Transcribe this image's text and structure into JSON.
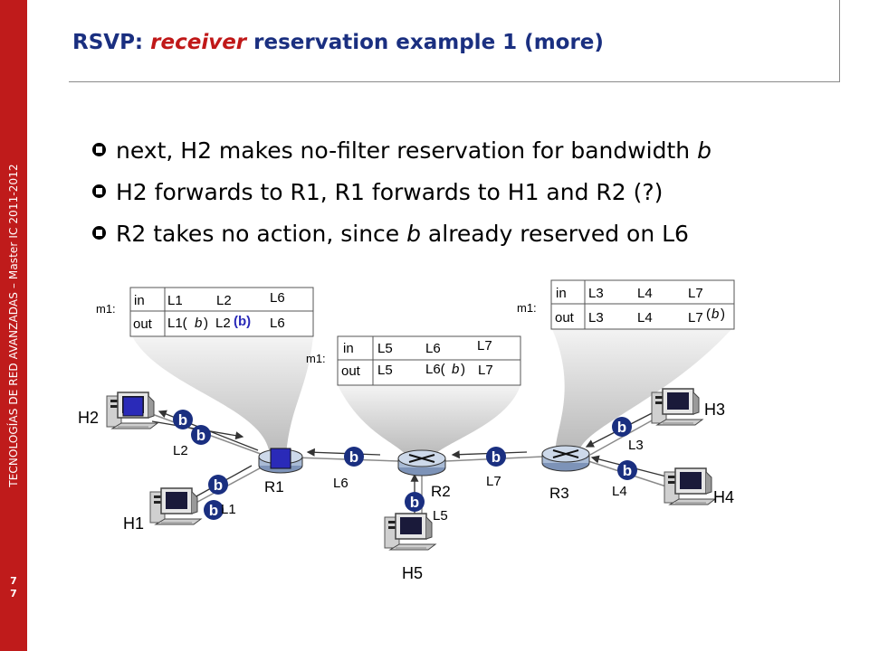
{
  "sidebar": {
    "vertical_text": "TECNOLOGÍAS DE RED AVANZADAS – Master IC 2011-2012",
    "page_number": [
      "7",
      "7"
    ]
  },
  "title": {
    "prefix": "RSVP: ",
    "emphasis": "receiver",
    "suffix": " reservation example  1 (more)"
  },
  "bullets": [
    [
      {
        "t": "next, H2 makes no-filter reservation for bandwidth "
      },
      {
        "t": "b",
        "i": true
      }
    ],
    [
      {
        "t": "H2 forwards to R1, R1 forwards to H1 and R2 (?)"
      }
    ],
    [
      {
        "t": "R2 takes no action, since "
      },
      {
        "t": "b",
        "i": true
      },
      {
        "t": " already reserved on L6"
      }
    ]
  ],
  "diagram": {
    "hosts": [
      "H1",
      "H2",
      "H3",
      "H4",
      "H5"
    ],
    "routers": [
      "R1",
      "R2",
      "R3"
    ],
    "links": [
      "L1",
      "L2",
      "L3",
      "L4",
      "L5",
      "L6",
      "L7"
    ],
    "badge_label": "b",
    "tables": {
      "r1": {
        "label": "m1:",
        "row_in": [
          "in",
          "L1",
          "L2",
          "L6"
        ],
        "row_out": [
          "out",
          "L1(",
          "b",
          ")",
          "L2",
          "(b)",
          "L6"
        ]
      },
      "r2": {
        "label": "m1:",
        "row_in": [
          "in",
          "L5",
          "L6",
          "L7"
        ],
        "row_out": [
          "out",
          "L5",
          "L6(",
          "b",
          ")",
          "L7"
        ]
      },
      "r3": {
        "label": "m1:",
        "row_in": [
          "in",
          "L3",
          "L4",
          "L7"
        ],
        "row_out": [
          "out",
          "L3",
          "L4",
          "L7",
          "(",
          "b",
          ")"
        ]
      }
    }
  },
  "colors": {
    "sidebar": "#bf1b1b",
    "title": "#1a2f80",
    "title_emphasis": "#c01818",
    "badge": "#1a2f80",
    "highlight": "#2a2ab8",
    "link_line": "#8a8a8a",
    "arrow": "#333333",
    "cone": "#c8c8c8"
  }
}
